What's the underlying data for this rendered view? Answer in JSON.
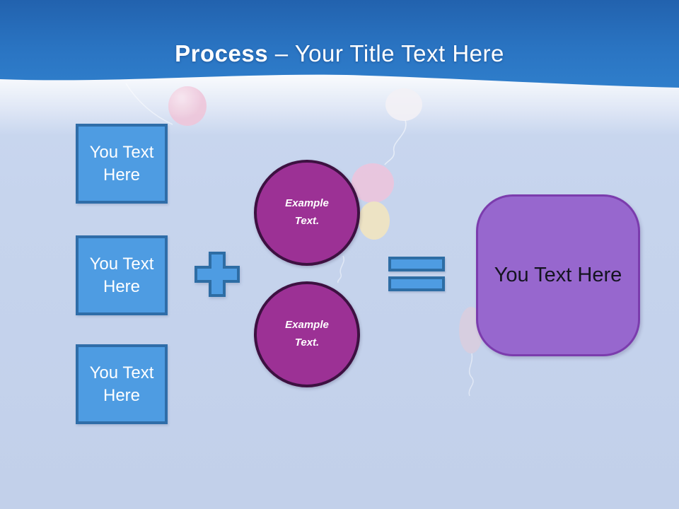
{
  "slide": {
    "background_color": "#C6D4ED",
    "header": {
      "title_bold": "Process",
      "title_rest": " – Your Title Text Here",
      "text_color": "#FFFFFF",
      "gradient_top": "#2262AE",
      "gradient_bottom": "#2F7ECB"
    },
    "input_boxes": {
      "fill": "#4E9CE2",
      "border": "#2F6DA8",
      "text_color": "#FFFFFF",
      "items": [
        {
          "label": "You Text Here"
        },
        {
          "label": "You Text Here"
        },
        {
          "label": "You Text Here"
        }
      ]
    },
    "operators": {
      "plus_icon": "plus-sign",
      "equals_icon": "equals-sign",
      "fill": "#4E9CE2",
      "border": "#2E6DA4"
    },
    "example_circles": {
      "fill": "#9C3195",
      "border": "#3D1141",
      "text_color": "#FFFFFF",
      "items": [
        {
          "label": "Example Text."
        },
        {
          "label": "Example Text."
        }
      ]
    },
    "result_box": {
      "label": "You Text Here",
      "fill": "#9767CE",
      "border": "#7B3CAD",
      "text_color": "#141420"
    },
    "decor": {
      "balloon_colors": {
        "pink": "#EFC6DA",
        "white": "#F3F1F5",
        "yellow": "#F2E5C0",
        "faint_pink": "#E2CCD9"
      }
    }
  }
}
